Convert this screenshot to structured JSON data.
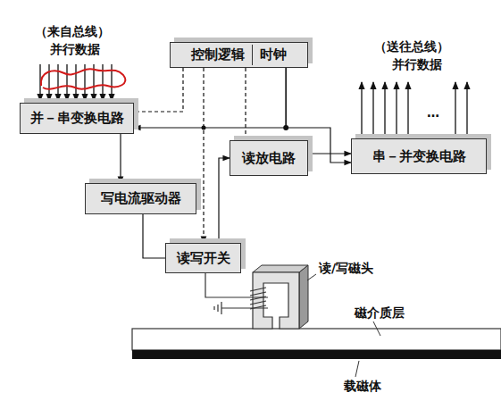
{
  "diagram": {
    "nodes": [
      {
        "text": [
          "控制逻辑",
          "时钟"
        ]
      },
      {
        "text": [
          "并－串变换电路"
        ]
      },
      {
        "text": [
          "写电流驱动器"
        ]
      },
      {
        "text": [
          "读放电路"
        ]
      },
      {
        "text": [
          "串－并变换电路"
        ]
      },
      {
        "text": [
          "读写开关"
        ]
      }
    ],
    "edges": [
      {
        "from": 0,
        "to": 1,
        "arrow": "to"
      },
      {
        "from": 0,
        "to": 4,
        "arrow": "to"
      },
      {
        "from": 1,
        "to": 2,
        "arrow": "to"
      },
      {
        "from": 2,
        "to": 5,
        "arrow": "none"
      },
      {
        "from": 5,
        "to": 3,
        "arrow": "to"
      },
      {
        "from": 3,
        "to": 4,
        "arrow": "to"
      },
      {
        "from": 0,
        "to": 1,
        "arrow": "none"
      },
      {
        "from": 0,
        "to": 5,
        "arrow": "to"
      },
      {
        "from": 0,
        "to": 3,
        "arrow": "none"
      }
    ],
    "labels": [
      "（来自总线）",
      "并行数据",
      "（送往总线）",
      "并行数据",
      "…",
      "读/写磁头",
      "磁介质层",
      "载磁体"
    ]
  }
}
